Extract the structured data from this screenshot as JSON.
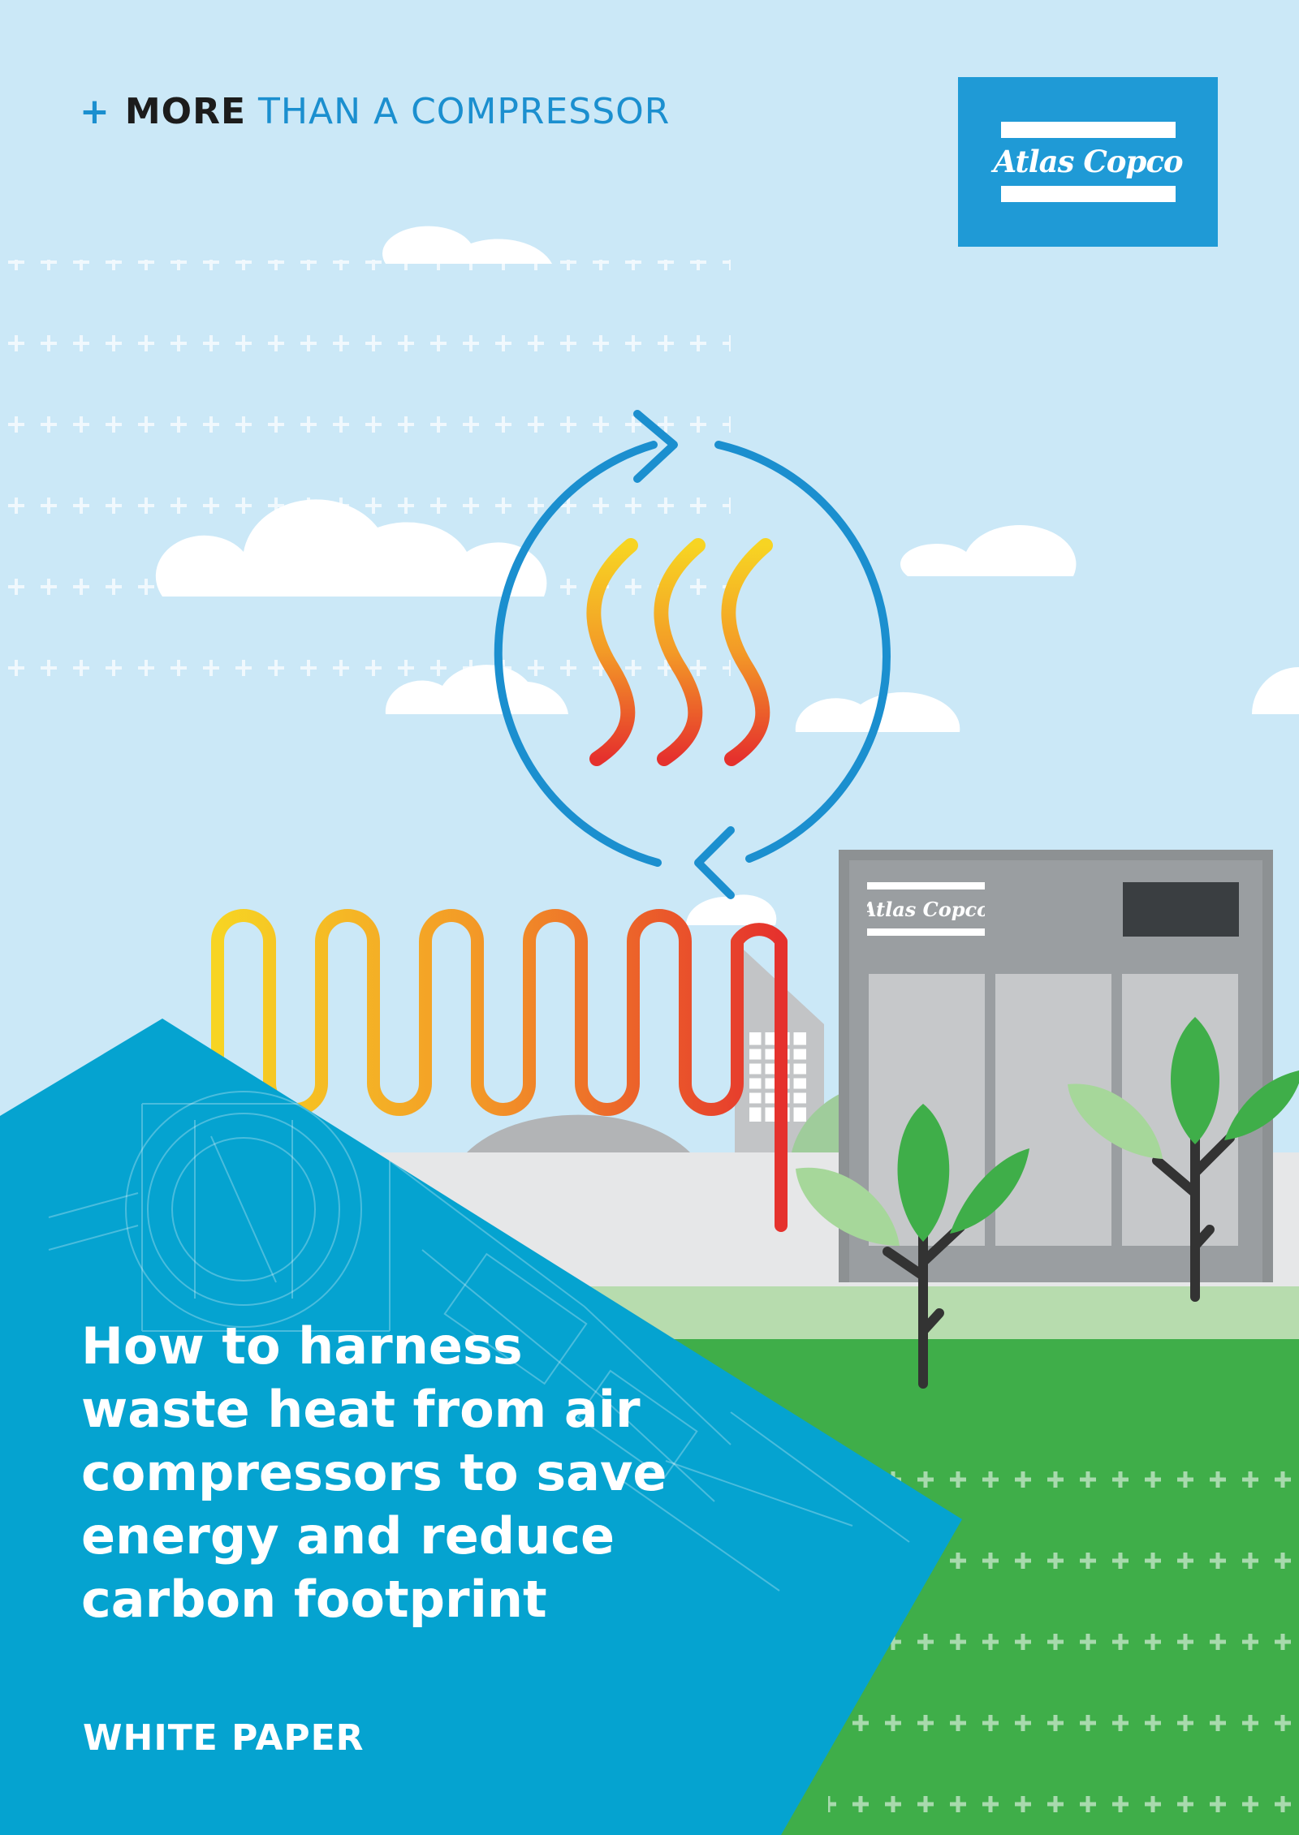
{
  "header": {
    "tagline_plus": "+",
    "tagline_more": "MORE",
    "tagline_rest": "THAN A COMPRESSOR"
  },
  "brand": {
    "logo_text": "Atlas Copco",
    "unit_logo_text": "Atlas Copco"
  },
  "cover": {
    "title": "How to harness\nwaste heat from air\ncompressors to save\nenergy and reduce\ncarbon footprint",
    "document_type": "WHITE PAPER"
  },
  "colors": {
    "sky": "#cbe8f7",
    "brand_blue": "#1f9ad6",
    "panel_blue": "#05a3d0",
    "grass_green": "#3fae49",
    "heat_yellow": "#f7d423",
    "heat_red": "#e5312d"
  },
  "icons": [
    "cycle-arrows-icon",
    "heat-waves-icon",
    "heat-coil-icon",
    "plus-pattern-icon",
    "cloud-icon",
    "tree-icon",
    "compressor-unit-icon"
  ]
}
